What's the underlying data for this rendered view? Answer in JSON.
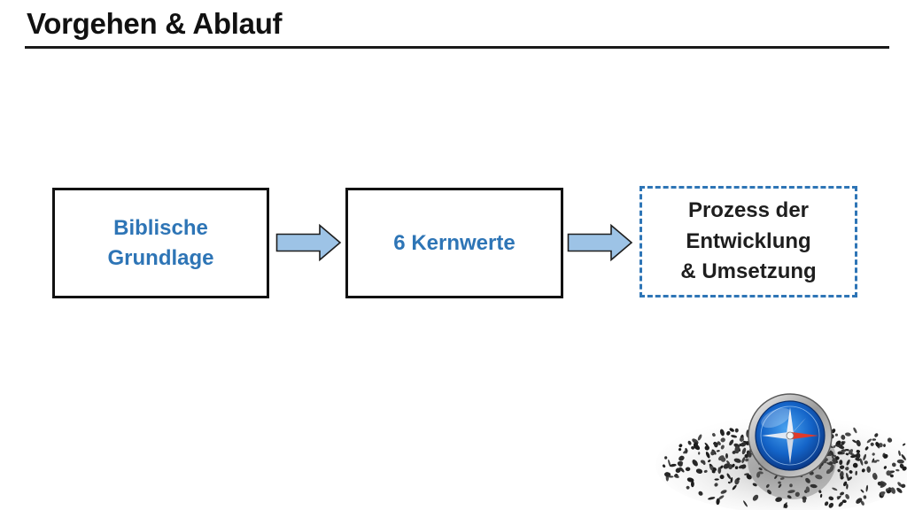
{
  "slide": {
    "title": "Vorgehen & Ablauf"
  },
  "flow": {
    "steps": [
      {
        "label": "Biblische\nGrundlage"
      },
      {
        "label": "6 Kernwerte"
      },
      {
        "label": "Prozess der\nEntwicklung\n& Umsetzung"
      }
    ]
  },
  "colors": {
    "accent_blue": "#2e75b6",
    "arrow_fill": "#9dc3e6",
    "text_dark": "#111111"
  },
  "decoration": {
    "image": "compass-on-gravel"
  }
}
